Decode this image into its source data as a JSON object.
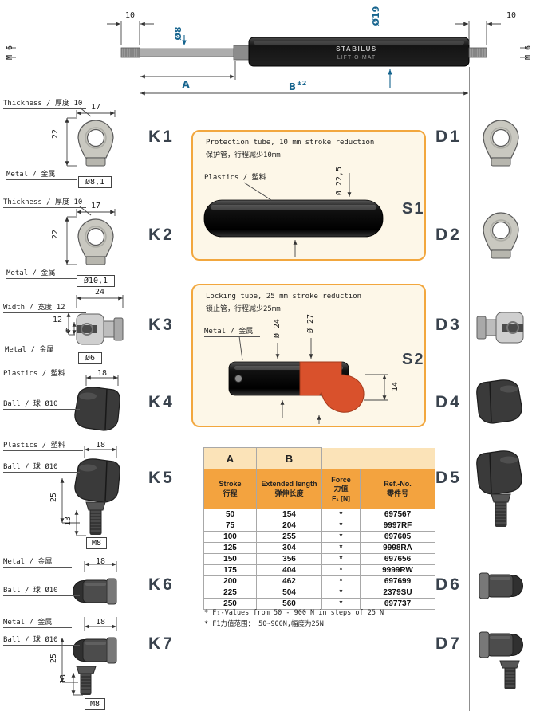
{
  "colors": {
    "accent_blue": "#16648e",
    "box_border": "#f2a73e",
    "box_bg": "#fdf7e8",
    "table_header_bg": "#f3a33f",
    "table_band_bg": "#fbe3b8"
  },
  "spring": {
    "brand_line1": "STABILUS",
    "brand_line2": "LIFT-O-MAT",
    "left_thread_dim": "10",
    "right_thread_dim": "10",
    "left_thread_label": "M 6",
    "right_thread_label": "M 6",
    "rod_dia": "Ø8",
    "tube_dia": "Ø19",
    "stroke_dim_label": "A",
    "length_dim_label": "B",
    "length_dim_tol": "±2"
  },
  "fittings_left": [
    {
      "code": "K1",
      "thickness": "Thickness / 厚度 10",
      "width_dim": "17",
      "height_dim": "22",
      "material": "Metal /  金属",
      "bore": "Ø8,1"
    },
    {
      "code": "K2",
      "thickness": "Thickness / 厚度 10",
      "width_dim": "17",
      "height_dim": "22",
      "material": "Metal /  金属",
      "bore": "Ø10,1"
    },
    {
      "code": "K3",
      "width_label": "Width /  宽度 12",
      "top_dim": "24",
      "height_dim": "12",
      "inner_dim": "6",
      "material": "Metal /  金属",
      "bore": "Ø6"
    },
    {
      "code": "K4",
      "material": "Plastics /  塑料",
      "width_dim": "18",
      "ball": "Ball /   球 Ø10"
    },
    {
      "code": "K5",
      "material": "Plastics /  塑料",
      "width_dim": "18",
      "ball": "Ball /   球 Ø10",
      "length_dim": "25",
      "thread_len_dim": "13",
      "thread": "M8"
    },
    {
      "code": "K6",
      "material": "Metal /  金属",
      "width_dim": "18",
      "ball": "Ball /   球 Ø10"
    },
    {
      "code": "K7",
      "material": "Metal /  金属",
      "width_dim": "18",
      "ball": "Ball /   球 Ø10",
      "length_dim": "25",
      "thread_len_dim": "13",
      "thread": "M8"
    }
  ],
  "fittings_right": [
    {
      "code": "D1"
    },
    {
      "code": "D2"
    },
    {
      "code": "D3"
    },
    {
      "code": "D4"
    },
    {
      "code": "D5"
    },
    {
      "code": "D6"
    },
    {
      "code": "D7"
    }
  ],
  "s1": {
    "code": "S1",
    "title_en": "Protection tube, 10 mm stroke reduction",
    "title_zh": "保护管，行程减少10mm",
    "material": "Plastics /  塑料",
    "dia": "Ø 22,5"
  },
  "s2": {
    "code": "S2",
    "title_en": "Locking tube, 25 mm stroke reduction",
    "title_zh": "锁止管，行程减少25mm",
    "material": "Metal /  金属",
    "dia_inner": "Ø 24",
    "dia_outer": "Ø 27",
    "clamp_height_dim": "14"
  },
  "table": {
    "band_a": "A",
    "band_b": "B",
    "headers": [
      {
        "en": "Stroke",
        "zh": "行程",
        "sub": ""
      },
      {
        "en": "Extended length",
        "zh": "弹伸长度",
        "sub": ""
      },
      {
        "en": "Force",
        "zh": "力值",
        "sub": "F₁ [N]"
      },
      {
        "en": "Ref.-No.",
        "zh": "零件号",
        "sub": ""
      }
    ],
    "rows": [
      [
        "50",
        "154",
        "*",
        "697567"
      ],
      [
        "75",
        "204",
        "*",
        "9997RF"
      ],
      [
        "100",
        "255",
        "*",
        "697605"
      ],
      [
        "125",
        "304",
        "*",
        "9998RA"
      ],
      [
        "150",
        "356",
        "*",
        "697656"
      ],
      [
        "175",
        "404",
        "*",
        "9999RW"
      ],
      [
        "200",
        "462",
        "*",
        "697699"
      ],
      [
        "225",
        "504",
        "*",
        "2379SU"
      ],
      [
        "250",
        "560",
        "*",
        "697737"
      ]
    ],
    "footnote_en": "* F₁-Values from  50 - 900 N in steps of 25 N",
    "footnote_zh": "* F1力值范围：  50~900N,幅度为25N"
  }
}
